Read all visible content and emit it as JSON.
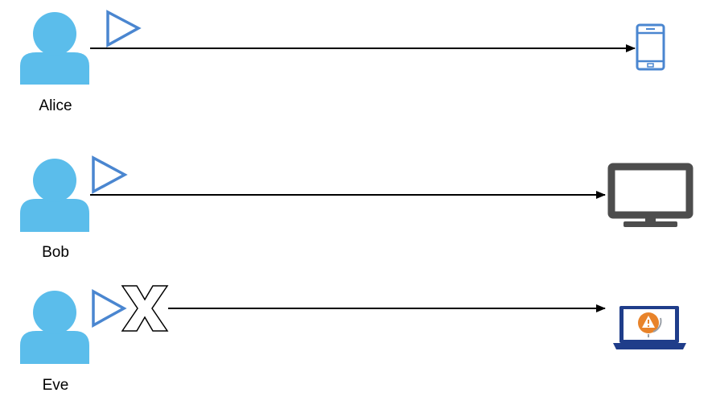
{
  "colors": {
    "user_icon": "#5BBDEB",
    "play_icon": "#4A86D0",
    "arrow": "#000000",
    "phone": "#4A86D0",
    "monitor": "#4D4D4D",
    "laptop_body": "#1F3D8A",
    "laptop_screen": "#FFFFFF",
    "warning": "#E8832A",
    "x_fill": "#FFFFFF",
    "x_stroke": "#000000"
  },
  "rows": [
    {
      "user_name": "Alice",
      "user_icon": "user-icon",
      "marker_icon": "play-outline-icon",
      "blocked": false,
      "device_icon": "smartphone-icon"
    },
    {
      "user_name": "Bob",
      "user_icon": "user-icon",
      "marker_icon": "play-outline-icon",
      "blocked": false,
      "device_icon": "monitor-icon"
    },
    {
      "user_name": "Eve",
      "user_icon": "user-icon",
      "marker_icon": "play-outline-icon",
      "blocked": true,
      "block_icon": "x-mark-icon",
      "device_icon": "laptop-warning-icon"
    }
  ]
}
